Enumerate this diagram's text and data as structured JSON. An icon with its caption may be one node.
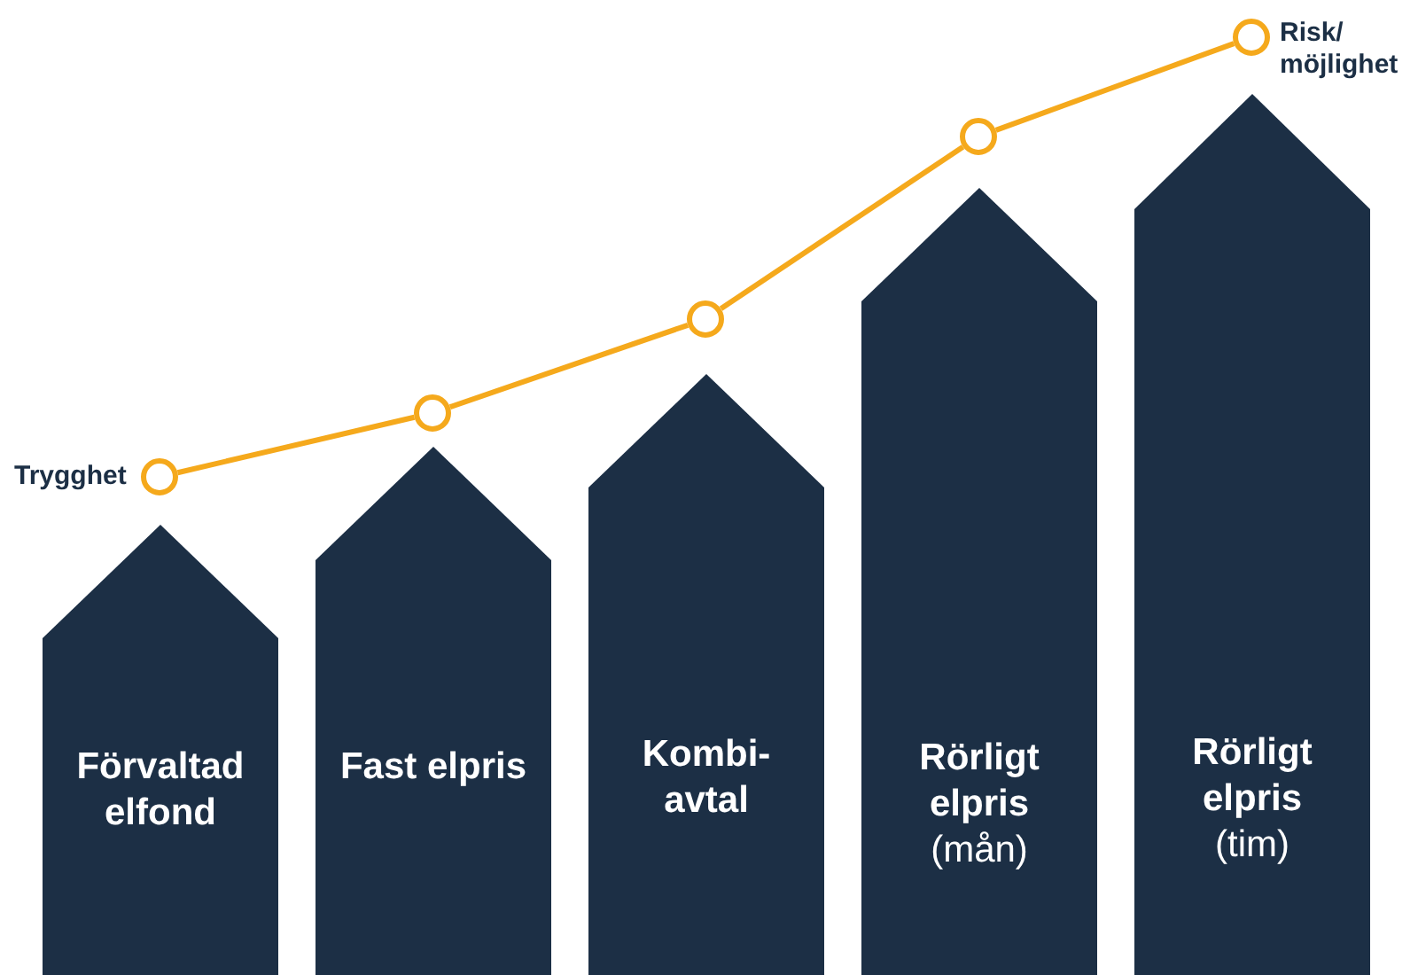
{
  "diagram": {
    "nodes": [
      {
        "text": [
          "Förvaltad elfond"
        ]
      },
      {
        "text": [
          "Fast elpris"
        ]
      },
      {
        "text": [
          "Kombi- avtal"
        ]
      },
      {
        "text": [
          "Rörligt elpris",
          "(mån)"
        ]
      },
      {
        "text": [
          "Rörligt elpris",
          "(tim)"
        ]
      },
      {
        "text": [],
        "shape": "circle",
        "beside": [
          "Trygghet"
        ]
      },
      {
        "text": [],
        "shape": "circle"
      },
      {
        "text": [],
        "shape": "circle"
      },
      {
        "text": [],
        "shape": "circle"
      },
      {
        "text": [],
        "shape": "circle",
        "beside": [
          "Risk/ möjlighet"
        ]
      }
    ],
    "edges": [
      {
        "from": 5,
        "to": 6,
        "arrow": "none",
        "color": "#f5a91c"
      },
      {
        "from": 6,
        "to": 7,
        "arrow": "none",
        "color": "#f5a91c"
      },
      {
        "from": 7,
        "to": 8,
        "arrow": "none",
        "color": "#f5a91c"
      },
      {
        "from": 8,
        "to": 9,
        "arrow": "none",
        "color": "#f5a91c"
      }
    ]
  }
}
